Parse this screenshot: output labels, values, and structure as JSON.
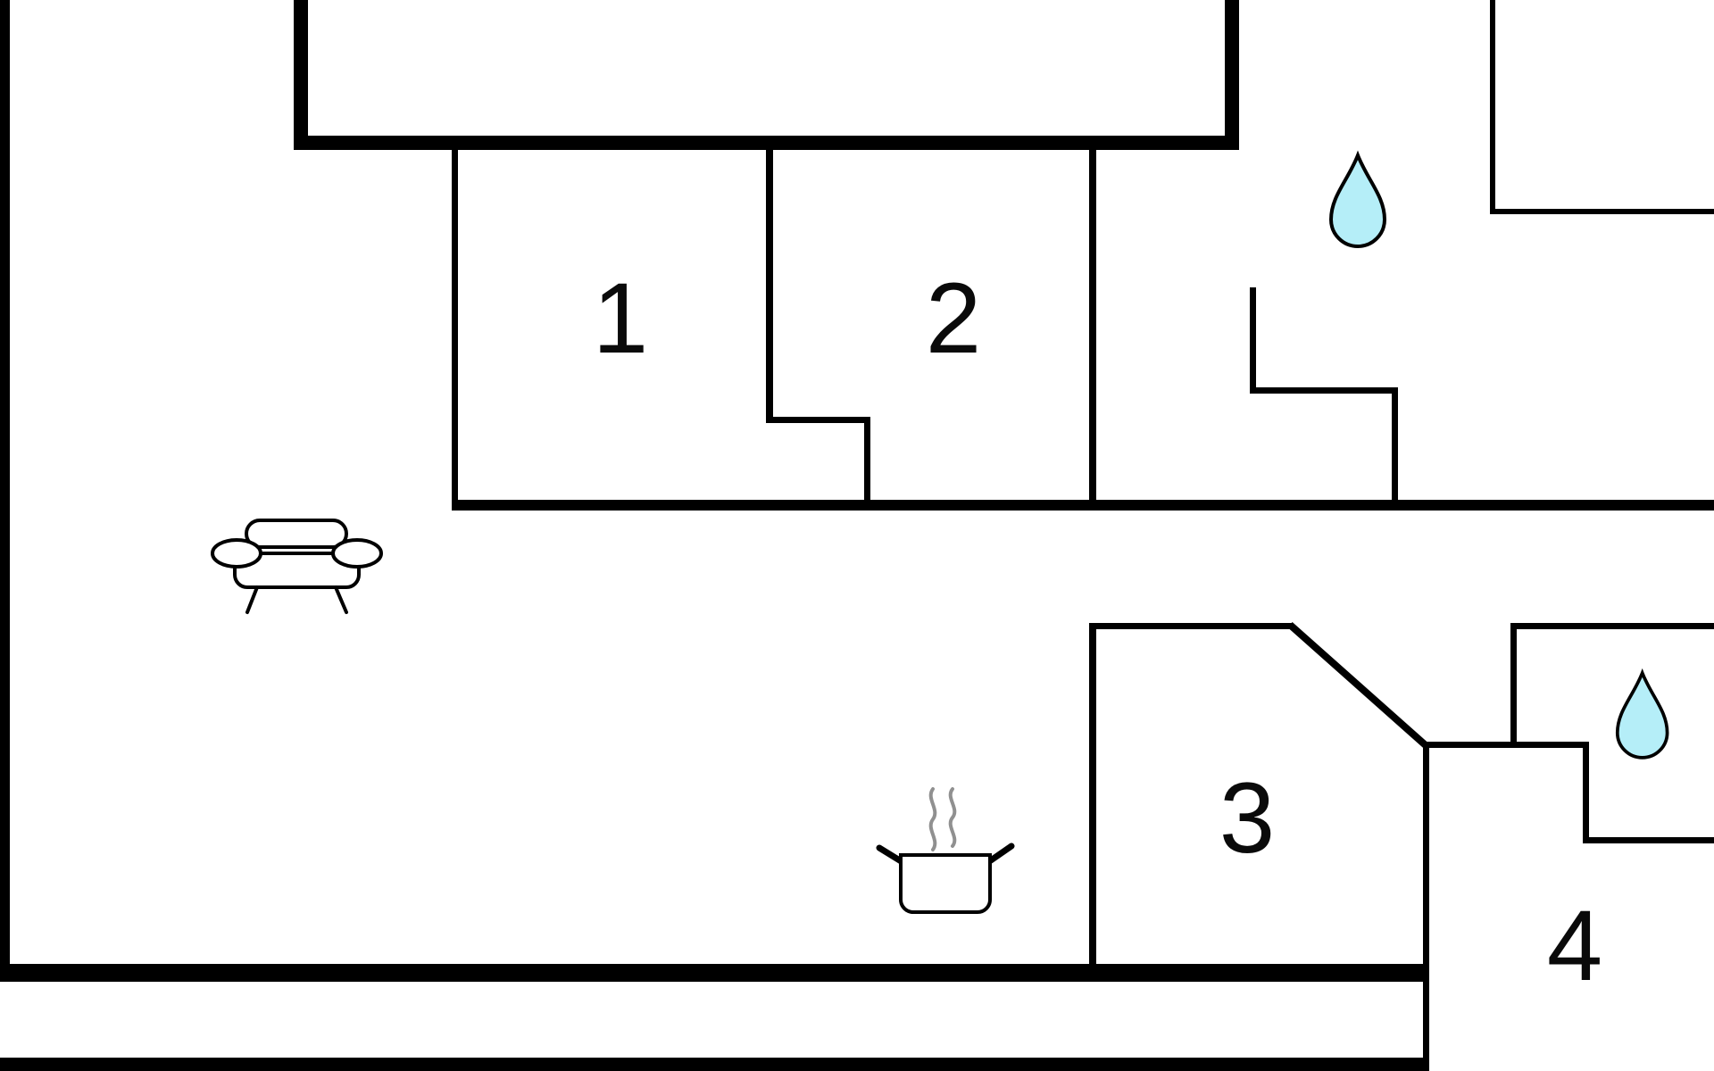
{
  "floorplan": {
    "background_color": "#ffffff",
    "wall_color": "#000000",
    "rooms": [
      {
        "id": "room-1",
        "label": "1"
      },
      {
        "id": "room-2",
        "label": "2"
      },
      {
        "id": "room-3",
        "label": "3"
      },
      {
        "id": "room-4",
        "label": "4"
      }
    ],
    "fixtures": [
      {
        "icon": "water-drop-icon",
        "area": "bathroom-upper",
        "fill": "#b5eef8"
      },
      {
        "icon": "water-drop-icon",
        "area": "bathroom-lower",
        "fill": "#b5eef8"
      },
      {
        "icon": "sofa-icon",
        "area": "living-room"
      },
      {
        "icon": "cooking-pot-icon",
        "area": "kitchen",
        "steam_color": "#909090"
      }
    ]
  }
}
